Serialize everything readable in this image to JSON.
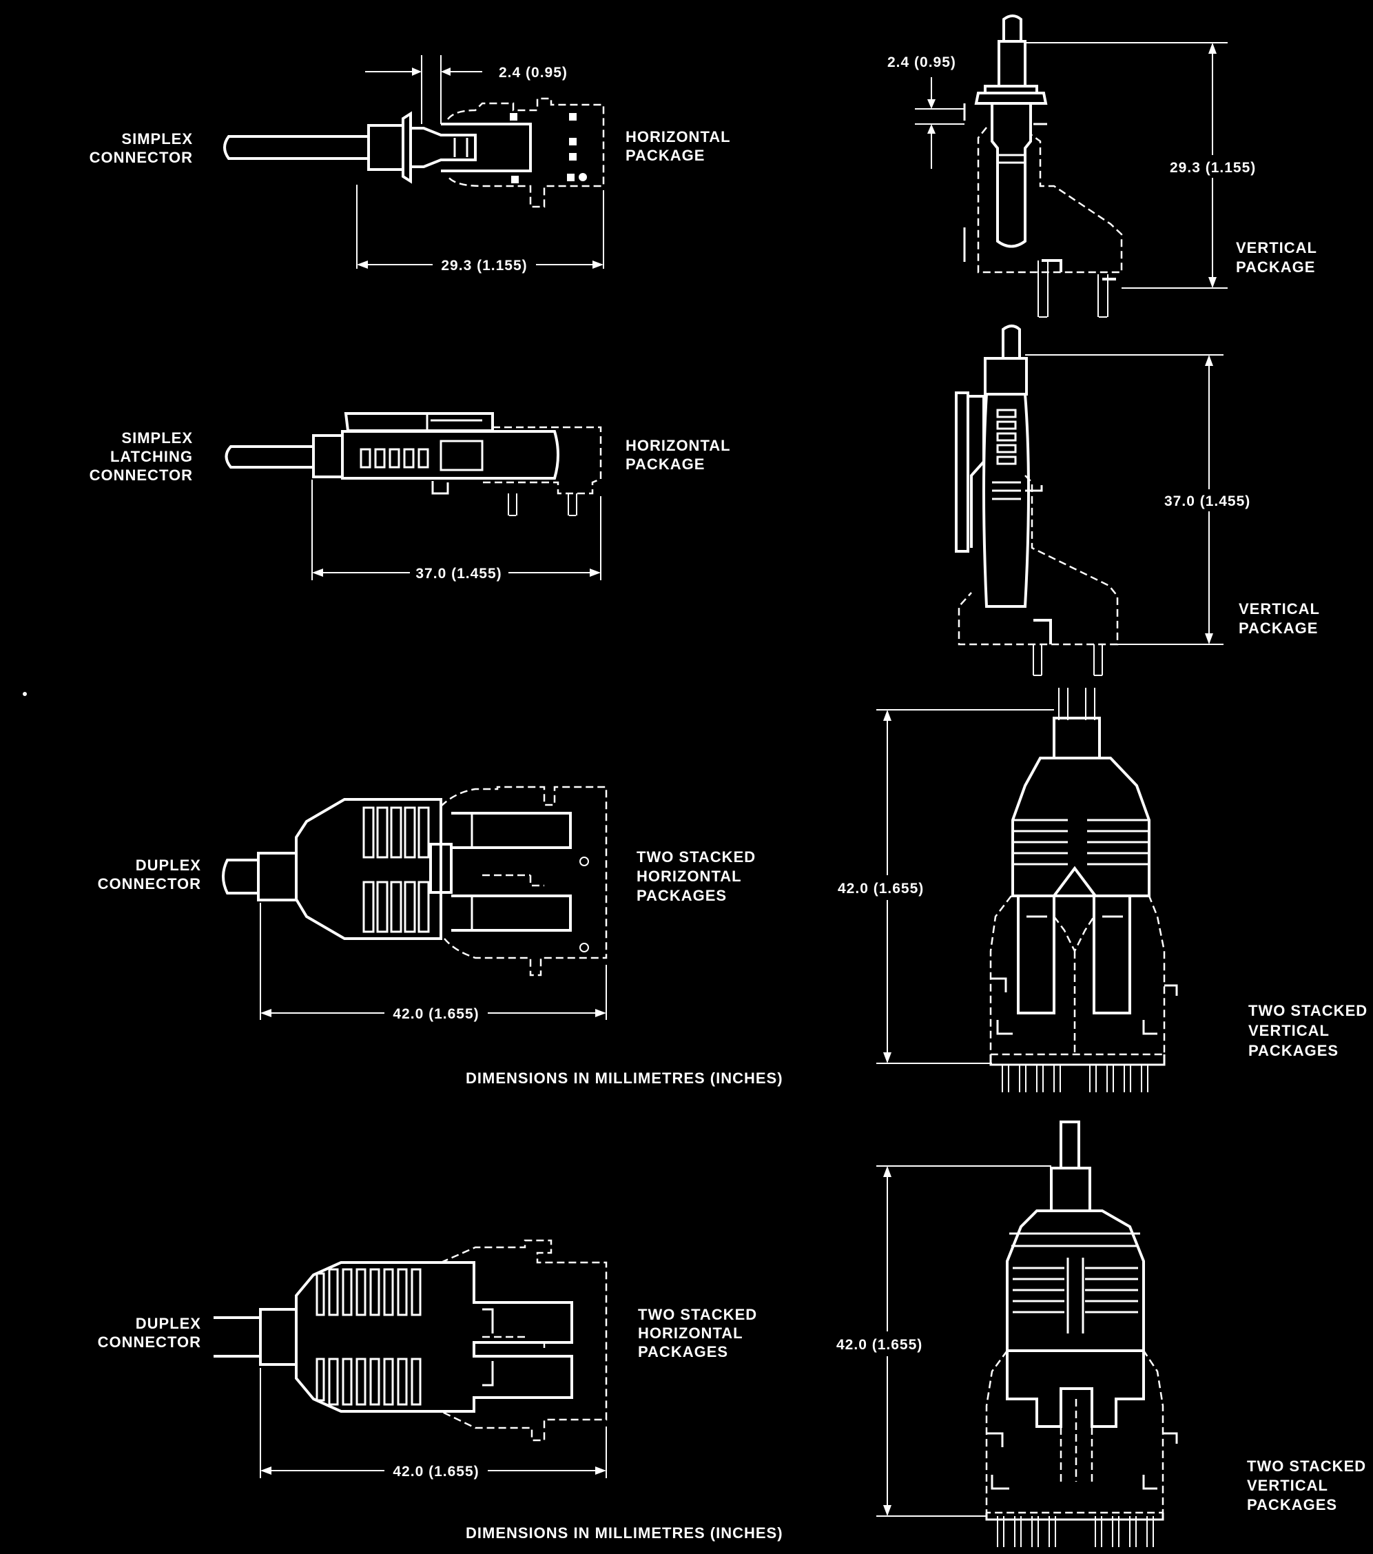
{
  "labels": {
    "simplex_connector": [
      "SIMPLEX",
      "CONNECTOR"
    ],
    "simplex_latching_connector": [
      "SIMPLEX",
      "LATCHING",
      "CONNECTOR"
    ],
    "duplex_connector": [
      "DUPLEX",
      "CONNECTOR"
    ],
    "horizontal_package": [
      "HORIZONTAL",
      "PACKAGE"
    ],
    "vertical_package": [
      "VERTICAL",
      "PACKAGE"
    ],
    "two_stacked_horizontal_packages": [
      "TWO STACKED",
      "HORIZONTAL",
      "PACKAGES"
    ],
    "two_stacked_vertical_packages": [
      "TWO STACKED",
      "VERTICAL",
      "PACKAGES"
    ]
  },
  "dimensions": {
    "gap": "2.4 (0.95)",
    "simplex_length": "29.3 (1.155)",
    "simplex_length_vertical": "29.3 (1.155)",
    "latching_length": "37.0 (1.455)",
    "duplex_length": "42.0 (1.655)"
  },
  "notes": {
    "units": "DIMENSIONS IN MILLIMETRES (INCHES)"
  }
}
